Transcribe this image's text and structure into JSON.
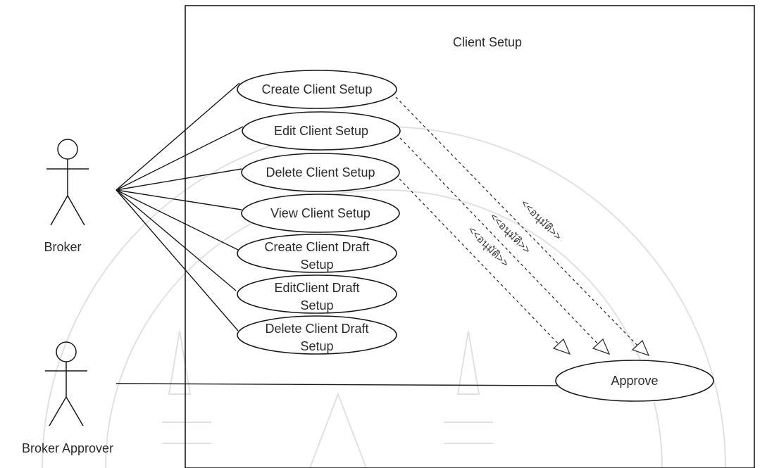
{
  "system": {
    "title": "Client Setup"
  },
  "actors": [
    {
      "id": "broker",
      "label": "Broker"
    },
    {
      "id": "broker-approver",
      "label": "Broker Approver"
    }
  ],
  "use_cases": [
    {
      "id": "create-client-setup",
      "lines": [
        "Create Client Setup"
      ]
    },
    {
      "id": "edit-client-setup",
      "lines": [
        "Edit Client Setup"
      ]
    },
    {
      "id": "delete-client-setup",
      "lines": [
        "Delete Client Setup"
      ]
    },
    {
      "id": "view-client-setup",
      "lines": [
        "View Client Setup"
      ]
    },
    {
      "id": "create-client-draft-setup",
      "lines": [
        "Create Client Draft",
        "Setup"
      ]
    },
    {
      "id": "editclient-draft-setup",
      "lines": [
        "EditClient Draft",
        "Setup"
      ]
    },
    {
      "id": "delete-client-draft-setup",
      "lines": [
        "Delete Client Draft",
        "Setup"
      ]
    },
    {
      "id": "approve",
      "lines": [
        "Approve"
      ]
    }
  ],
  "relations": {
    "associations": [
      [
        "broker",
        "create-client-setup"
      ],
      [
        "broker",
        "edit-client-setup"
      ],
      [
        "broker",
        "delete-client-setup"
      ],
      [
        "broker",
        "view-client-setup"
      ],
      [
        "broker",
        "create-client-draft-setup"
      ],
      [
        "broker",
        "editclient-draft-setup"
      ],
      [
        "broker",
        "delete-client-draft-setup"
      ],
      [
        "broker-approver",
        "approve"
      ]
    ],
    "dependencies": [
      {
        "from": "create-client-setup",
        "to": "approve",
        "stereotype": "<<อนุมัติ>>"
      },
      {
        "from": "edit-client-setup",
        "to": "approve",
        "stereotype": "<<อนุมัติ>>"
      },
      {
        "from": "delete-client-setup",
        "to": "approve",
        "stereotype": "<<อนุมัติ>>"
      }
    ]
  }
}
